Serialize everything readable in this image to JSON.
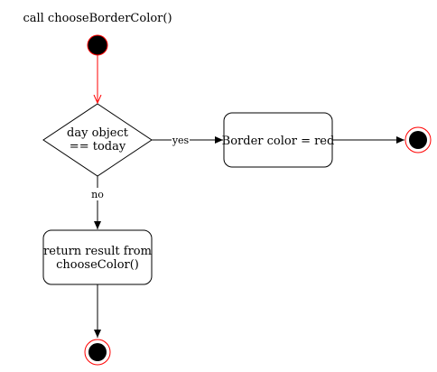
{
  "title": "call chooseBorderColor()",
  "nodes": {
    "decision": {
      "line1": "day object",
      "line2": "== today"
    },
    "border_action": {
      "label": "Border color = red"
    },
    "return_action": {
      "line1": "return result from",
      "line2": "chooseColor()"
    }
  },
  "edges": {
    "yes": "yes",
    "no": "no"
  },
  "colors": {
    "stroke": "#000000",
    "accent": "#ff0000",
    "node_fill": "#ffffff",
    "terminal_fill": "#000000"
  }
}
